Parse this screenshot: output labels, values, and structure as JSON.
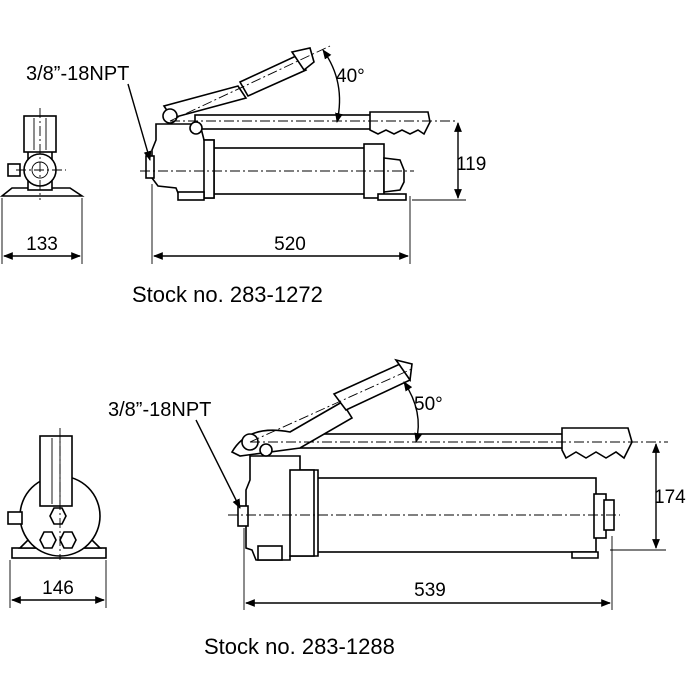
{
  "pump_1": {
    "thread_label": "3/8”-18NPT",
    "angle_label": "40°",
    "height_label": "119",
    "length_label": "520",
    "width_label": "133",
    "stock_label": "Stock no. 283-1272"
  },
  "pump_2": {
    "thread_label": "3/8”-18NPT",
    "angle_label": "50°",
    "height_label": "174",
    "length_label": "539",
    "width_label": "146",
    "stock_label": "Stock no. 283-1288"
  }
}
